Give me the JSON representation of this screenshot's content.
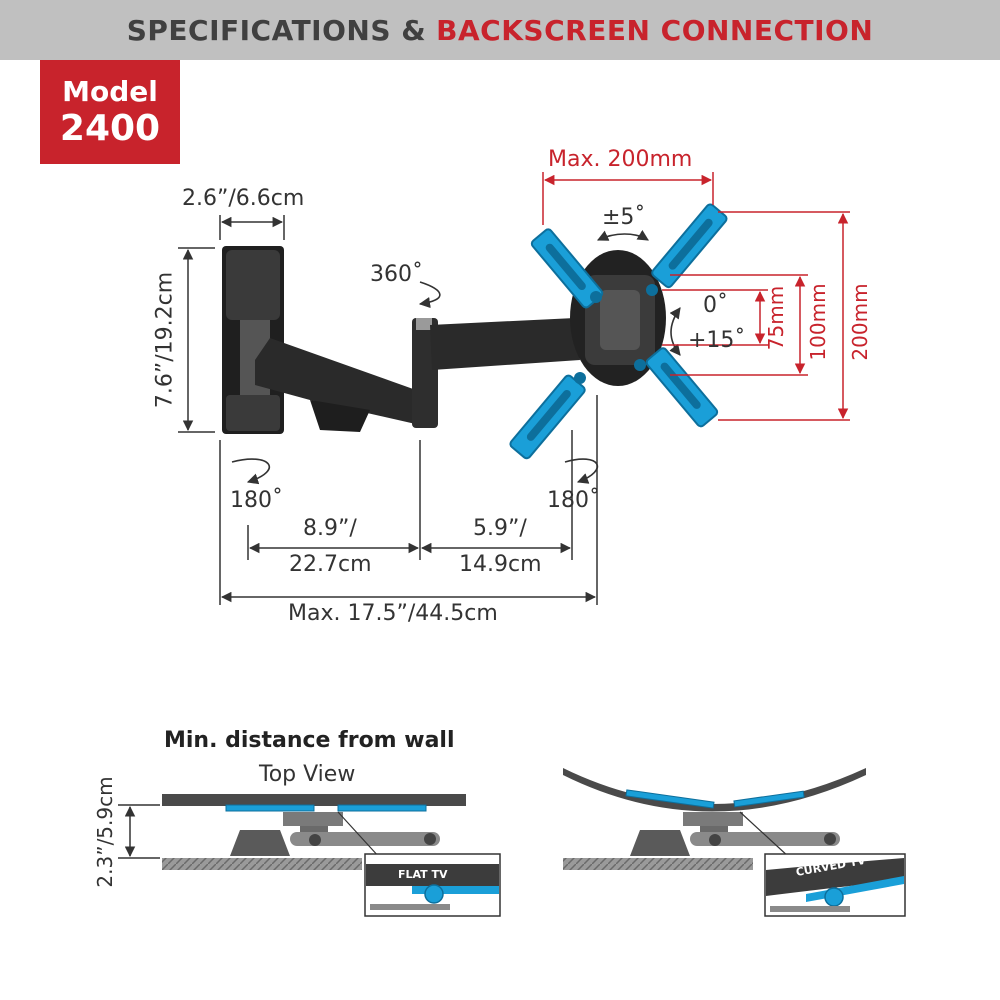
{
  "header": {
    "title_part1": "SPECIFICATIONS &",
    "title_part2": "BACKSCREEN CONNECTION"
  },
  "model": {
    "label": "Model",
    "number": "2400"
  },
  "dimensions": {
    "wall_plate_width": "2.6”/6.6cm",
    "wall_plate_height": "7.6”/19.2cm",
    "arm1_length_line1": "8.9”/",
    "arm1_length_line2": "22.7cm",
    "arm2_length_line1": "5.9”/",
    "arm2_length_line2": "14.9cm",
    "max_extension": "Max. 17.5”/44.5cm"
  },
  "rotations": {
    "arm_swivel": "360˚",
    "wall_swivel": "180˚",
    "head_swivel": "180˚",
    "rotation": "±5˚",
    "tilt_top": "0˚",
    "tilt_bottom": "+15˚"
  },
  "vesa": {
    "max_width": "Max. 200mm",
    "h75": "75mm",
    "h100": "100mm",
    "h200": "200mm"
  },
  "wall_distance": {
    "title": "Min. distance from wall",
    "subtitle": "Top View",
    "distance": "2.3”/5.9cm",
    "flat_tv": "FLAT TV",
    "curved_tv": "CURVED TV"
  },
  "colors": {
    "accent_red": "#c8232c",
    "bracket_blue": "#1a9fd8",
    "arm_black": "#2a2a2a",
    "header_gray": "#c0c0c0"
  }
}
